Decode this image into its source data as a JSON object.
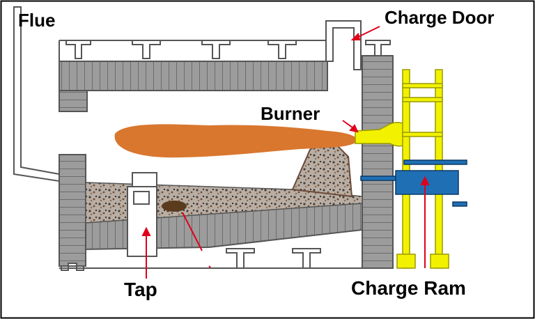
{
  "labels": {
    "flue": "Flue",
    "charge_door": "Charge Door",
    "burner": "Burner",
    "tap": "Tap",
    "charge_ram": "Charge Ram"
  },
  "colors": {
    "background": "#ffffff",
    "brick": "#9a9a9a",
    "brick_line": "#5a5a5a",
    "structure": "#555555",
    "flame": "#d9772e",
    "burner": "#f2f200",
    "ram": "#1f6fb4",
    "arrow": "#e0001a",
    "charge": "#7a6f68"
  }
}
